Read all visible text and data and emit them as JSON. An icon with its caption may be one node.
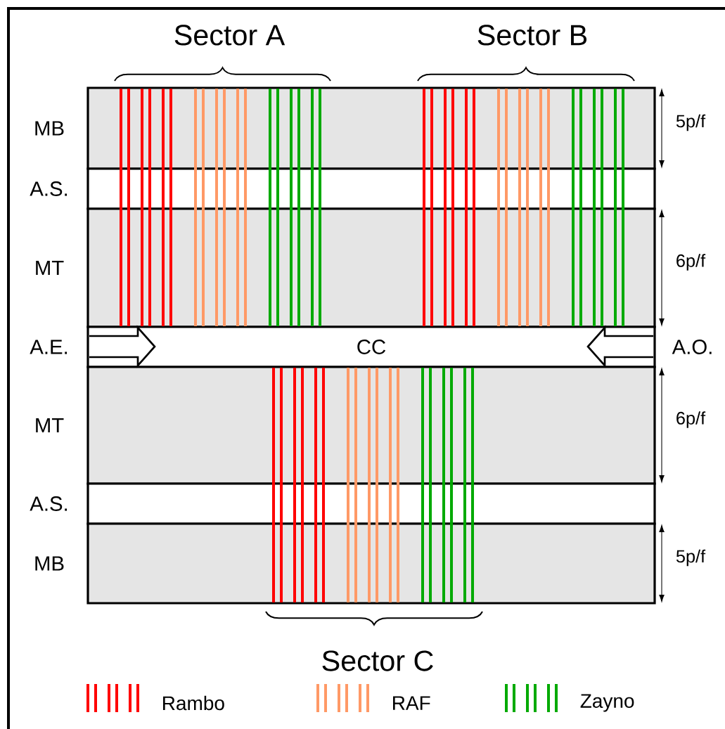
{
  "diagram": {
    "nodes": [
      {
        "text": [
          "MB"
        ]
      },
      {
        "text": [
          "A.S."
        ]
      },
      {
        "text": [
          "MT"
        ]
      },
      {
        "text": [
          "CC"
        ],
        "beside": [
          "A.E.",
          "A.O."
        ]
      },
      {
        "text": [
          "MT"
        ]
      },
      {
        "text": [
          "A.S."
        ]
      },
      {
        "text": [
          "MB"
        ]
      }
    ],
    "labels": [
      "Sector A",
      "Sector B",
      "5p/f",
      "6p/f",
      "6p/f",
      "5p/f",
      "Sector C"
    ],
    "legend": [
      {
        "text": "Rambo",
        "color": "#ff0000"
      },
      {
        "text": "RAF",
        "color": "#ff9966"
      },
      {
        "text": "Zayno",
        "color": "#00aa00"
      }
    ]
  }
}
